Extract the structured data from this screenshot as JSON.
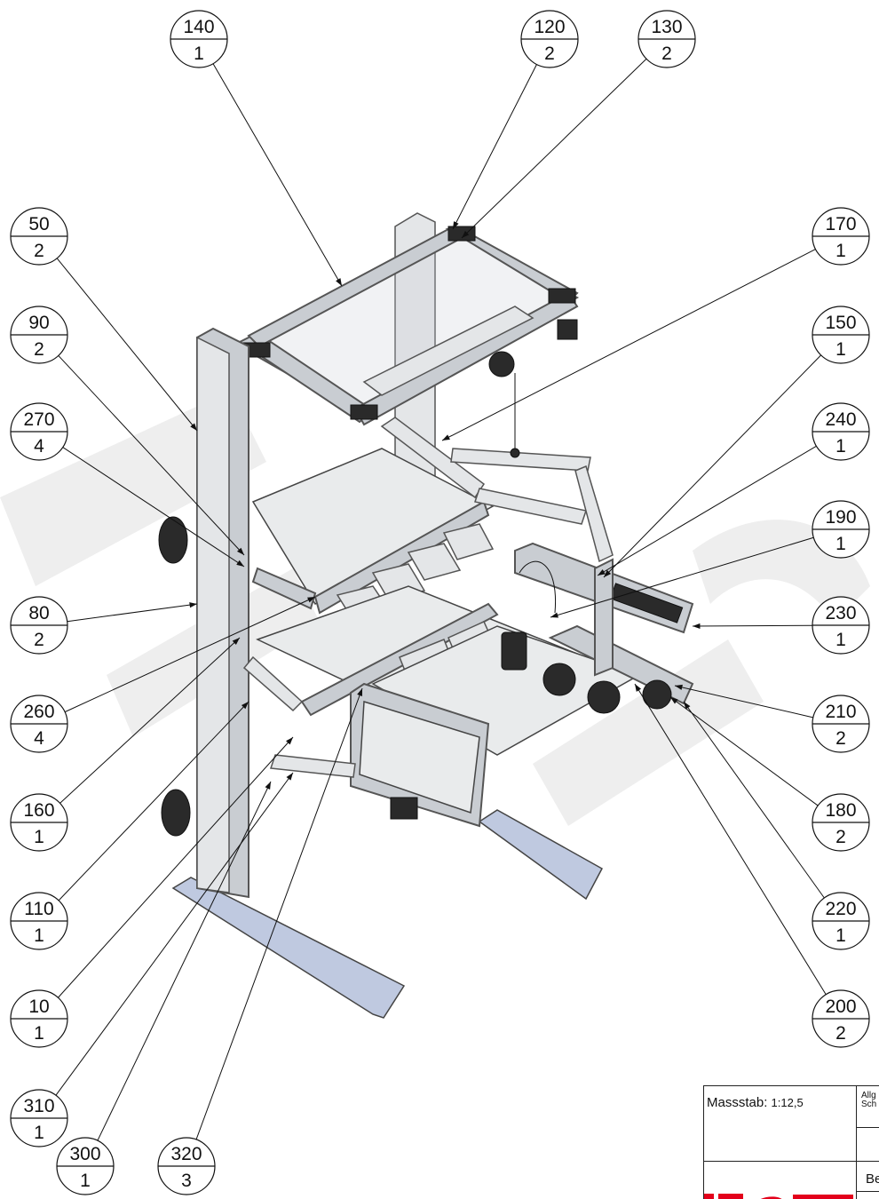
{
  "callouts": [
    {
      "item": "140",
      "qty": "1"
    },
    {
      "item": "120",
      "qty": "2"
    },
    {
      "item": "130",
      "qty": "2"
    },
    {
      "item": "50",
      "qty": "2"
    },
    {
      "item": "170",
      "qty": "1"
    },
    {
      "item": "90",
      "qty": "2"
    },
    {
      "item": "150",
      "qty": "1"
    },
    {
      "item": "270",
      "qty": "4"
    },
    {
      "item": "240",
      "qty": "1"
    },
    {
      "item": "190",
      "qty": "1"
    },
    {
      "item": "80",
      "qty": "2"
    },
    {
      "item": "230",
      "qty": "1"
    },
    {
      "item": "260",
      "qty": "4"
    },
    {
      "item": "210",
      "qty": "2"
    },
    {
      "item": "160",
      "qty": "1"
    },
    {
      "item": "180",
      "qty": "2"
    },
    {
      "item": "110",
      "qty": "1"
    },
    {
      "item": "220",
      "qty": "1"
    },
    {
      "item": "10",
      "qty": "1"
    },
    {
      "item": "200",
      "qty": "2"
    },
    {
      "item": "310",
      "qty": "1"
    },
    {
      "item": "300",
      "qty": "1"
    },
    {
      "item": "320",
      "qty": "3"
    }
  ],
  "title_block": {
    "scale_label": "Massstab:",
    "scale_value": "1:12,5",
    "general_label": "Allg\nSch",
    "name_label": "Be",
    "logo_text": "item",
    "logo_color": "#e3001b"
  },
  "colors": {
    "frame": "#c9cdd2",
    "foot": "#bfc9e0",
    "dark_parts": "#2a2a2a"
  }
}
